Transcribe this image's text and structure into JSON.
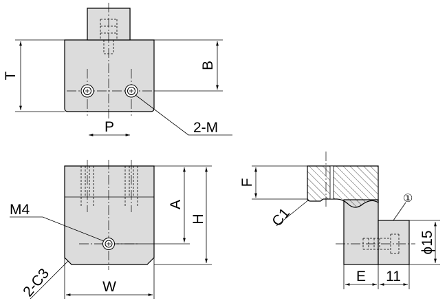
{
  "dimension_labels": {
    "T": "T",
    "B": "B",
    "P": "P",
    "M": "2-M",
    "F": "F",
    "C1": "C1",
    "callout_1": "①",
    "A": "A",
    "H": "H",
    "M4": "M4",
    "C3": "2-C3",
    "W": "W",
    "phi15": "ϕ15",
    "E": "E",
    "eleven": "11"
  }
}
